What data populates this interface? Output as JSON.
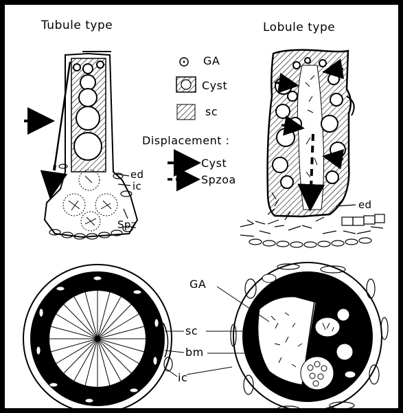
{
  "diagram": {
    "panels": {
      "tubule_title": "Tubule type",
      "lobule_title": "Lobule type"
    },
    "legend": {
      "ga": "GA",
      "cyst": "Cyst",
      "sc": "sc",
      "displacement_heading": "Displacement :",
      "cyst_arrow": "Cyst",
      "spzoa_arrow": "Spzoa"
    },
    "labels": {
      "ed_left": "ed",
      "ic_left": "ic",
      "spz": "Spz",
      "ed_right": "ed",
      "ga_bottom": "GA",
      "sc_bottom": "sc",
      "bm_bottom": "bm",
      "ic_bottom": "ic"
    }
  }
}
